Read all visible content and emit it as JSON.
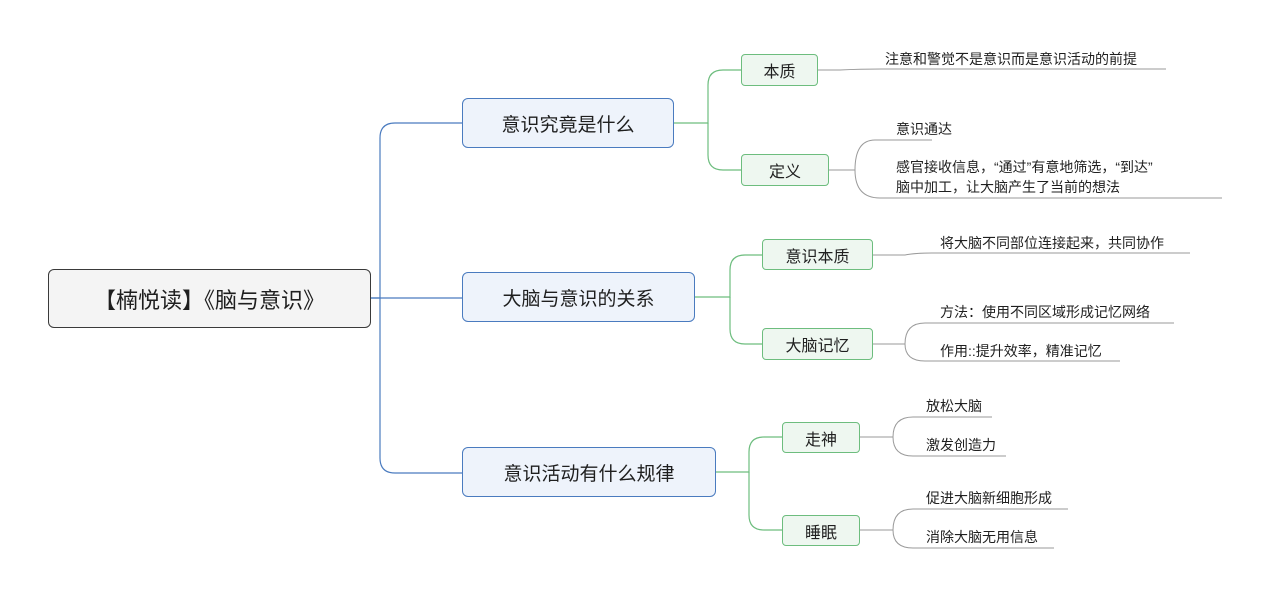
{
  "root": {
    "title": "【楠悦读】《脑与意识》"
  },
  "branches": [
    {
      "label": "意识究竟是什么",
      "children": [
        {
          "label": "本质",
          "notes": [
            "注意和警觉不是意识而是意识活动的前提"
          ]
        },
        {
          "label": "定义",
          "notes": [
            "意识通达",
            "感官接收信息，“通过”有意地筛选，“到达”",
            "脑中加工，让大脑产生了当前的想法"
          ]
        }
      ]
    },
    {
      "label": "大脑与意识的关系",
      "children": [
        {
          "label": "意识本质",
          "notes": [
            "将大脑不同部位连接起来，共同协作"
          ]
        },
        {
          "label": "大脑记忆",
          "notes": [
            "方法：使用不同区域形成记忆网络",
            "作用::提升效率，精准记忆"
          ]
        }
      ]
    },
    {
      "label": "意识活动有什么规律",
      "children": [
        {
          "label": "走神",
          "notes": [
            "放松大脑",
            "激发创造力"
          ]
        },
        {
          "label": "睡眠",
          "notes": [
            "促进大脑新细胞形成",
            "消除大脑无用信息"
          ]
        }
      ]
    }
  ],
  "colors": {
    "root_border": "#3a3a3a",
    "branch_line": "#4a7bbf",
    "branch_fill": "#eef3fb",
    "sub_line": "#6dbd7e",
    "sub_fill": "#eef7f0",
    "leaf_line": "#9a9a9a"
  }
}
